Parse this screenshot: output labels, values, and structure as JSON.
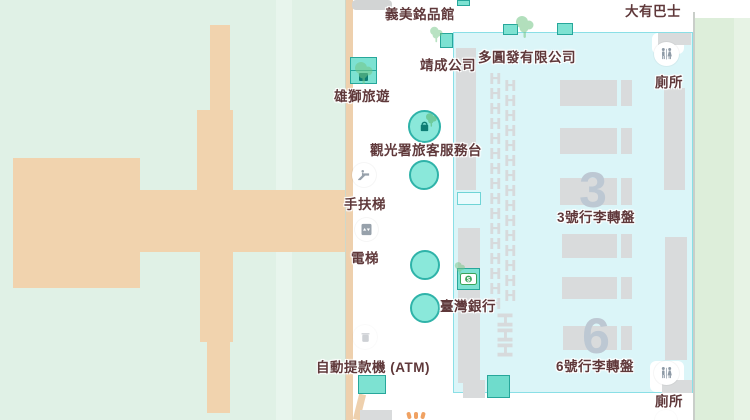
{
  "map": {
    "kind": "airport-terminal-indoor-map",
    "colors": {
      "park_green_left": "#e0f1e6",
      "park_green_right": "#ddeeda",
      "building_tan": "#f1d3ae",
      "terminal_floor": "#ffffff",
      "baggage_hall_fill": "#dbf5f8",
      "baggage_hall_border": "#8adfe6",
      "structure_grey": "#d9dbdc",
      "poi_teal_fill": "#7de2d2",
      "poi_teal_border": "#27a79b",
      "label_text": "#5f383a",
      "big_number": "#bdc8d3",
      "tree_green": "#74c687",
      "utility_icon_grey": "#97a1ab",
      "accent_orange": "#f0a263"
    },
    "pois": {
      "yimei": {
        "label": "義美銘品館"
      },
      "dayou_bus": {
        "label": "大有巴士"
      },
      "duoyuanfa": {
        "label": "多圓發有限公司"
      },
      "jingcheng": {
        "label": "靖成公司"
      },
      "lion_travel": {
        "label": "雄獅旅遊"
      },
      "toilet_top": {
        "label": "廁所"
      },
      "tourist_service": {
        "label": "觀光署旅客服務台"
      },
      "escalator": {
        "label": "手扶梯"
      },
      "carousel3": {
        "label": "3號行李轉盤",
        "number": "3"
      },
      "elevator": {
        "label": "電梯"
      },
      "bank": {
        "label": "臺灣銀行"
      },
      "carousel6": {
        "label": "6號行李轉盤",
        "number": "6"
      },
      "atm": {
        "label": "自動提款機 (ATM)"
      },
      "toilet_bottom": {
        "label": "廁所"
      }
    },
    "seating": {
      "glyph": "H",
      "left_count": 16,
      "right_count": 15,
      "rotated_count": 3
    },
    "icons": [
      "toilet-icon",
      "escalator-icon",
      "elevator-icon",
      "bank-icon",
      "luggage-store-icon",
      "service-desk-icon",
      "tree-icon",
      "trash-icon",
      "bank-note-icon"
    ]
  }
}
